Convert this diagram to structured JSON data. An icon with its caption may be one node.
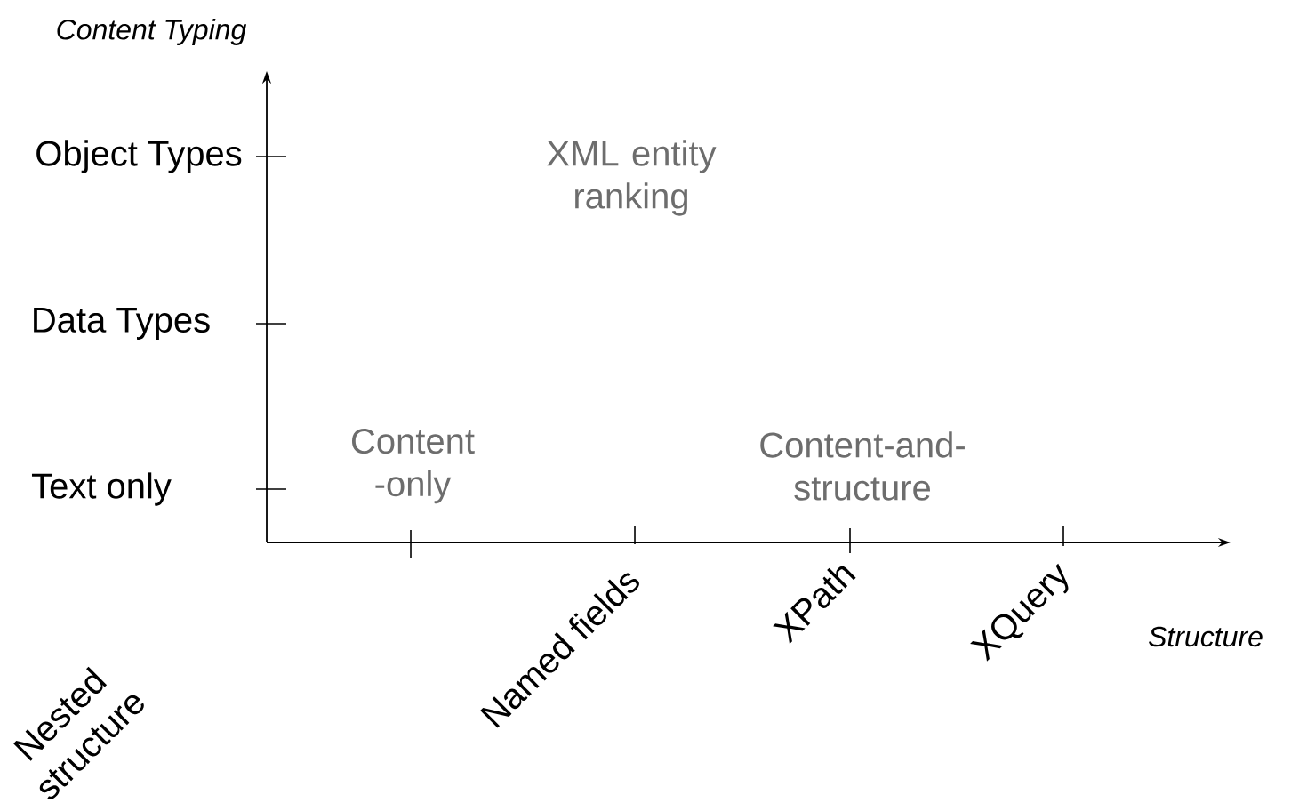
{
  "diagram": {
    "labels": [
      "Content Typing",
      "Object Types",
      "XML entity ranking",
      "Data Types",
      "Text only",
      "Content -only",
      "Content-and-structure",
      "Structure",
      "Nested structure",
      "Named fields",
      "XPath",
      "XQuery"
    ]
  }
}
